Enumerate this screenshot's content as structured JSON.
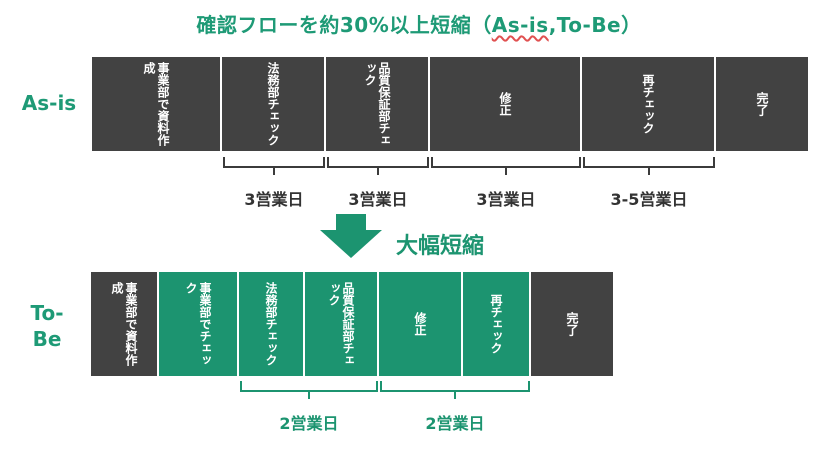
{
  "title_main": "確認フローを約30%以上短縮（",
  "title_wavy": "As-is",
  "title_tail": ",To-Be）",
  "asis_label": "As-is",
  "tobe_label": "To-Be",
  "asis_steps": [
    {
      "label": "事業部で資料作成",
      "style": "dark"
    },
    {
      "label": "法務部チェック",
      "style": "dark"
    },
    {
      "label": "品質保証部チェック",
      "style": "dark"
    },
    {
      "label": "修正",
      "style": "dark"
    },
    {
      "label": "再チェック",
      "style": "dark"
    },
    {
      "label": "完了",
      "style": "dark"
    }
  ],
  "asis_durations": [
    "3営業日",
    "3営業日",
    "3営業日",
    "3-5営業日"
  ],
  "reduction_label": "大幅短縮",
  "tobe_steps": [
    {
      "label": "事業部で資料作成",
      "style": "dark"
    },
    {
      "label": "事業部でチェック",
      "style": "green"
    },
    {
      "label": "法務部チェック",
      "style": "green"
    },
    {
      "label": "品質保証部チェック",
      "style": "green"
    },
    {
      "label": "修正",
      "style": "green"
    },
    {
      "label": "再チェック",
      "style": "green"
    },
    {
      "label": "完了",
      "style": "dark"
    }
  ],
  "tobe_durations": [
    "2営業日",
    "2営業日"
  ],
  "colors": {
    "accent": "#1c9470",
    "dark": "#424242"
  },
  "icons": {
    "arrow": "down-arrow-icon"
  }
}
